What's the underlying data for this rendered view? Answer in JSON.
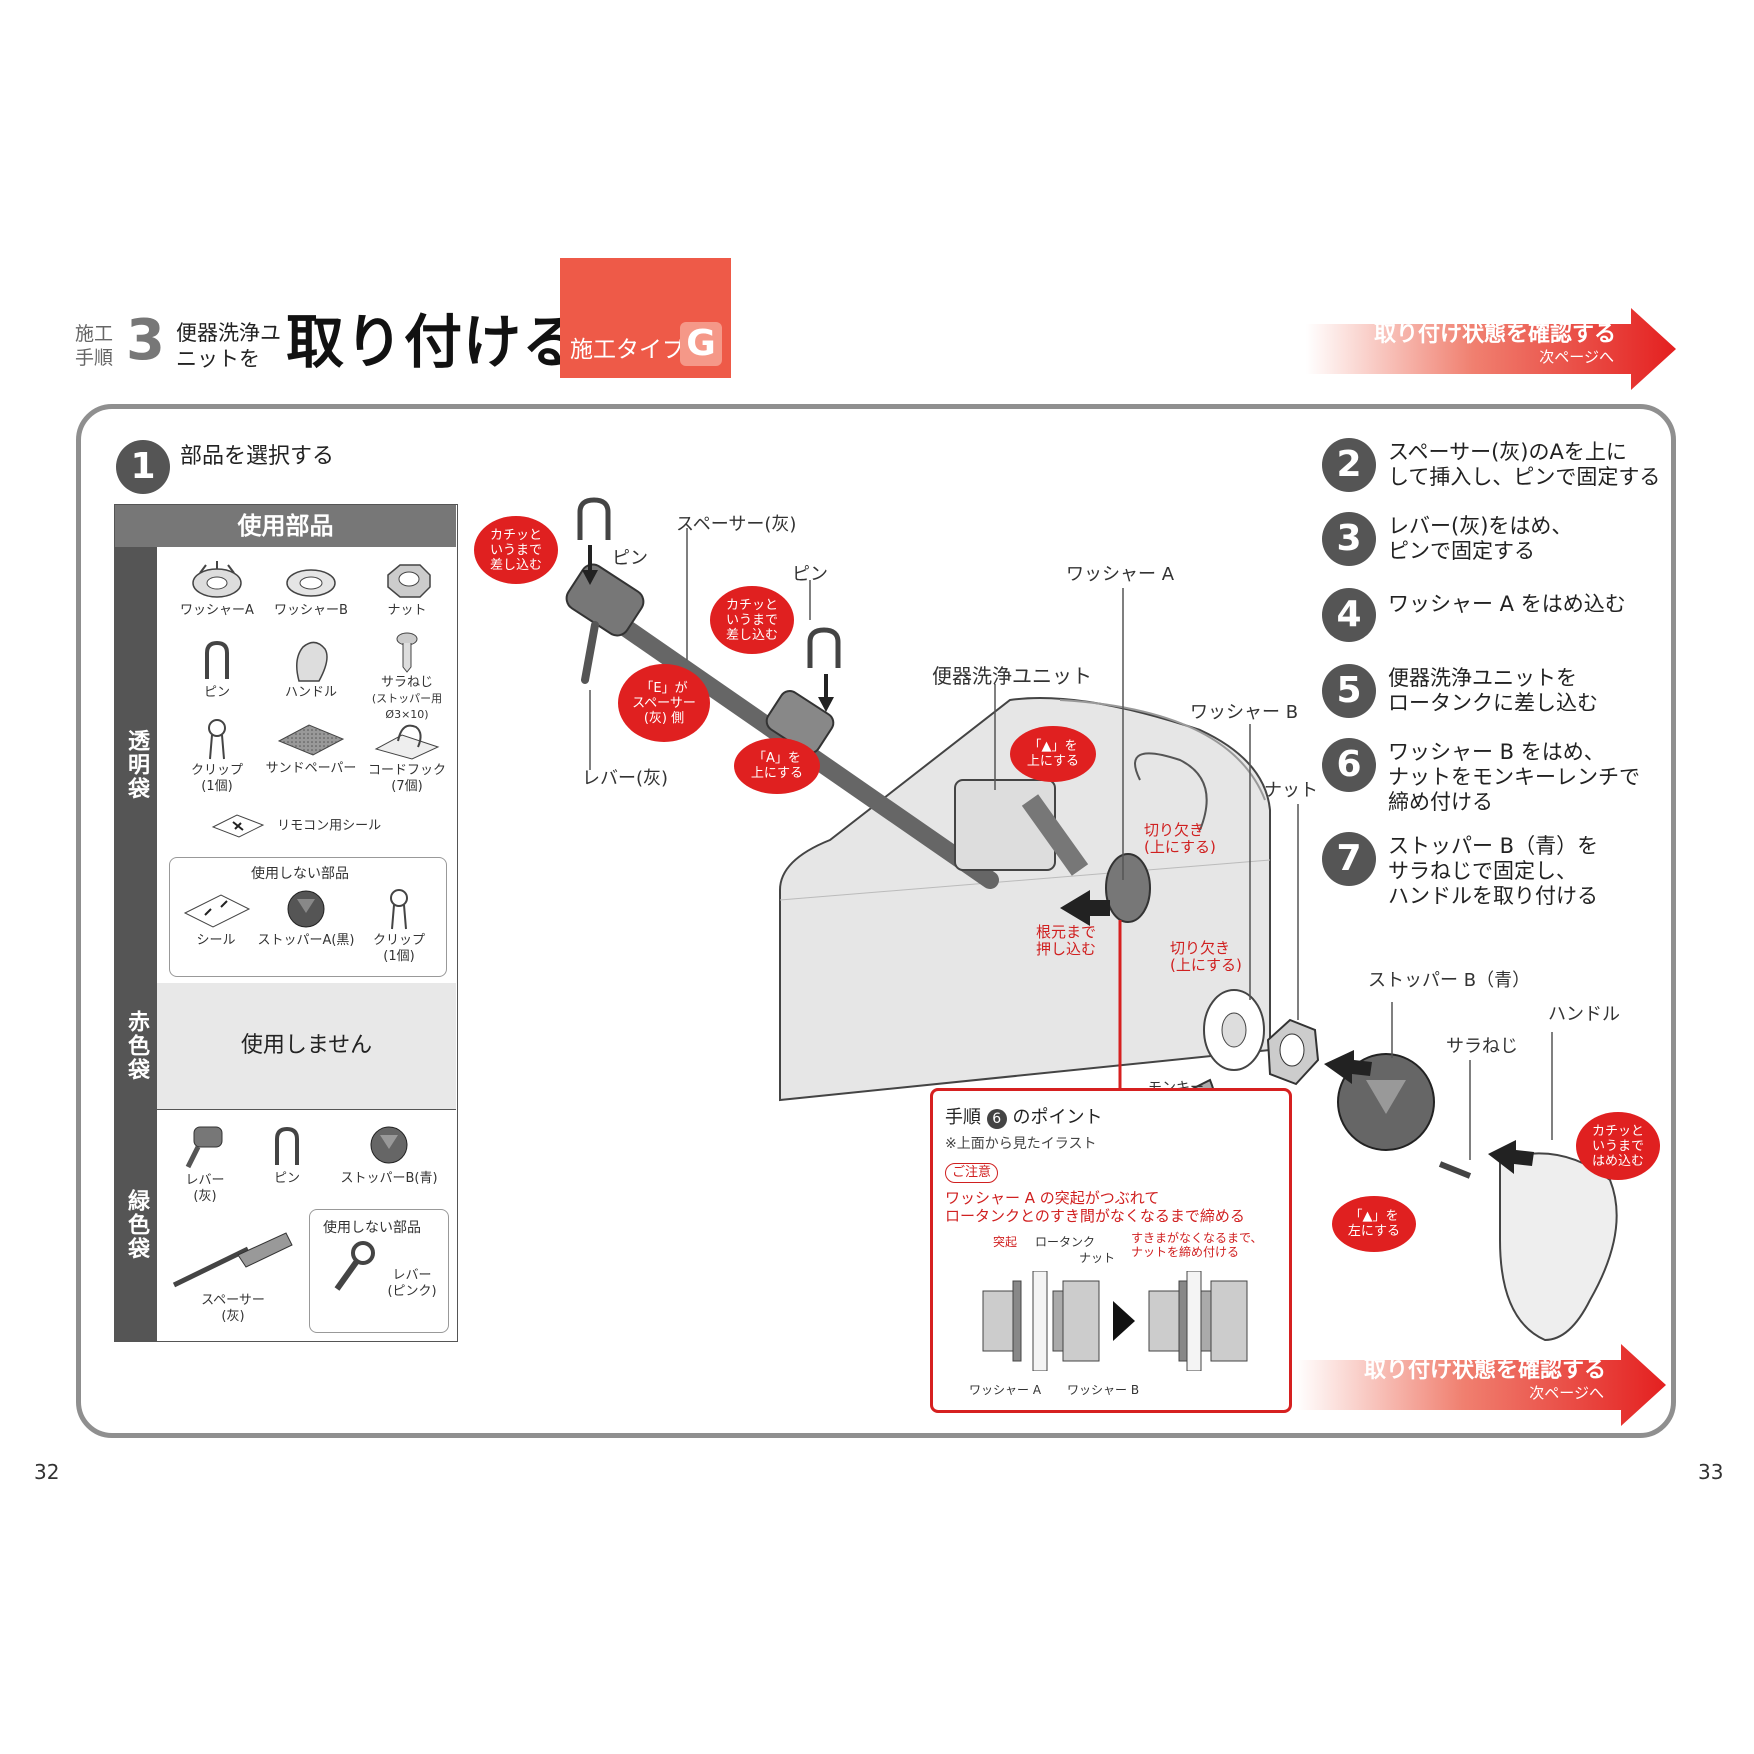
{
  "header": {
    "step_label": "施工手順",
    "step_number": "3",
    "subtitle": "便器洗浄ユニットを",
    "title": "取り付ける",
    "type_label": "施工タイプ",
    "type_letter": "G",
    "next_title": "取り付け状態を確認する",
    "next_sub": "次ページへ"
  },
  "step1": {
    "number": "1",
    "label": "部品を選択する"
  },
  "parts_table": {
    "heading": "使用部品",
    "clear_bag": {
      "name": "透明袋",
      "parts": [
        {
          "label": "ワッシャーA"
        },
        {
          "label": "ワッシャーB"
        },
        {
          "label": "ナット"
        },
        {
          "label": "ピン"
        },
        {
          "label": "ハンドル"
        },
        {
          "label": "サラねじ",
          "sub": "(ストッパー用Ø3×10)"
        },
        {
          "label": "クリップ",
          "sub": "(1個)"
        },
        {
          "label": "サンドペーパー"
        },
        {
          "label": "コードフック",
          "sub": "(7個)"
        },
        {
          "label": "リモコン用シール"
        }
      ],
      "unused_title": "使用しない部品",
      "unused": [
        {
          "label": "シール"
        },
        {
          "label": "ストッパーA(黒)"
        },
        {
          "label": "クリップ",
          "sub": "(1個)"
        }
      ]
    },
    "red_bag": {
      "name": "赤色袋",
      "text": "使用しません"
    },
    "green_bag": {
      "name": "緑色袋",
      "parts": [
        {
          "label": "レバー",
          "sub": "(灰)"
        },
        {
          "label": "ピン"
        },
        {
          "label": "ストッパーB(青)"
        },
        {
          "label": "スペーサー",
          "sub": "(灰)"
        }
      ],
      "unused_title": "使用しない部品",
      "unused": [
        {
          "label": "レバー",
          "sub": "(ピンク)"
        }
      ]
    }
  },
  "steps": [
    {
      "number": "2",
      "lines": [
        "スペーサー(灰)のAを上に",
        "して挿入し、ピンで固定する"
      ]
    },
    {
      "number": "3",
      "lines": [
        "レバー(灰)をはめ、",
        "ピンで固定する"
      ]
    },
    {
      "number": "4",
      "lines": [
        "ワッシャー A をはめ込む"
      ]
    },
    {
      "number": "5",
      "lines": [
        "便器洗浄ユニットを",
        "ロータンクに差し込む"
      ]
    },
    {
      "number": "6",
      "lines": [
        "ワッシャー B をはめ、",
        "ナットをモンキーレンチで",
        "締め付ける"
      ]
    },
    {
      "number": "7",
      "lines": [
        "ストッパー B（青）を",
        "サラねじで固定し、",
        "ハンドルを取り付ける"
      ]
    }
  ],
  "illustration": {
    "labels": {
      "pin1": "ピン",
      "spacer": "スペーサー(灰)",
      "pin2": "ピン",
      "lever": "レバー(灰)",
      "washer_a": "ワッシャー A",
      "unit": "便器洗浄ユニット",
      "washer_b": "ワッシャー B",
      "nut": "ナット",
      "stopper_b": "ストッパー B（青）",
      "handle": "ハンドル",
      "screw": "サラねじ",
      "wrench": "モンキー\nレンチ"
    },
    "callouts": {
      "click1": "カチッと\nいうまで\n差し込む",
      "click2": "カチッと\nいうまで\n差し込む",
      "e_side": "「E」が\nスペーサー\n(灰) 側",
      "a_up": "「A」を\n上にする",
      "tri_up": "「▲」を\n上にする",
      "tri_left": "「▲」を\n左にする",
      "click3": "カチッと\nいうまで\nはめ込む"
    },
    "red_notes": {
      "notch1": "切り欠き\n(上にする)",
      "push": "根元まで\n押し込む",
      "notch2": "切り欠き\n(上にする)"
    }
  },
  "point_box": {
    "title_pre": "手順",
    "title_num": "6",
    "title_post": "のポイント",
    "note": "※上面から見たイラスト",
    "caution": "ご注意",
    "caution_lines": [
      "ワッシャー A の突起がつぶれて",
      "ロータンクとのすき間がなくなるまで締める"
    ],
    "lbl_protrusion": "突起",
    "lbl_tank": "ロータンク",
    "lbl_nut": "ナット",
    "lbl_tighten": "すきまがなくなるまで、\nナットを締め付ける",
    "lbl_washer_a": "ワッシャー A",
    "lbl_washer_b": "ワッシャー B"
  },
  "footer": {
    "next_title": "取り付け状態を確認する",
    "next_sub": "次ページへ",
    "page_left": "32",
    "page_right": "33"
  },
  "colors": {
    "accent_red": "#e02020",
    "type_box": "#ee5a48",
    "frame": "#8f8f8f",
    "bag_dark": "#555555"
  }
}
